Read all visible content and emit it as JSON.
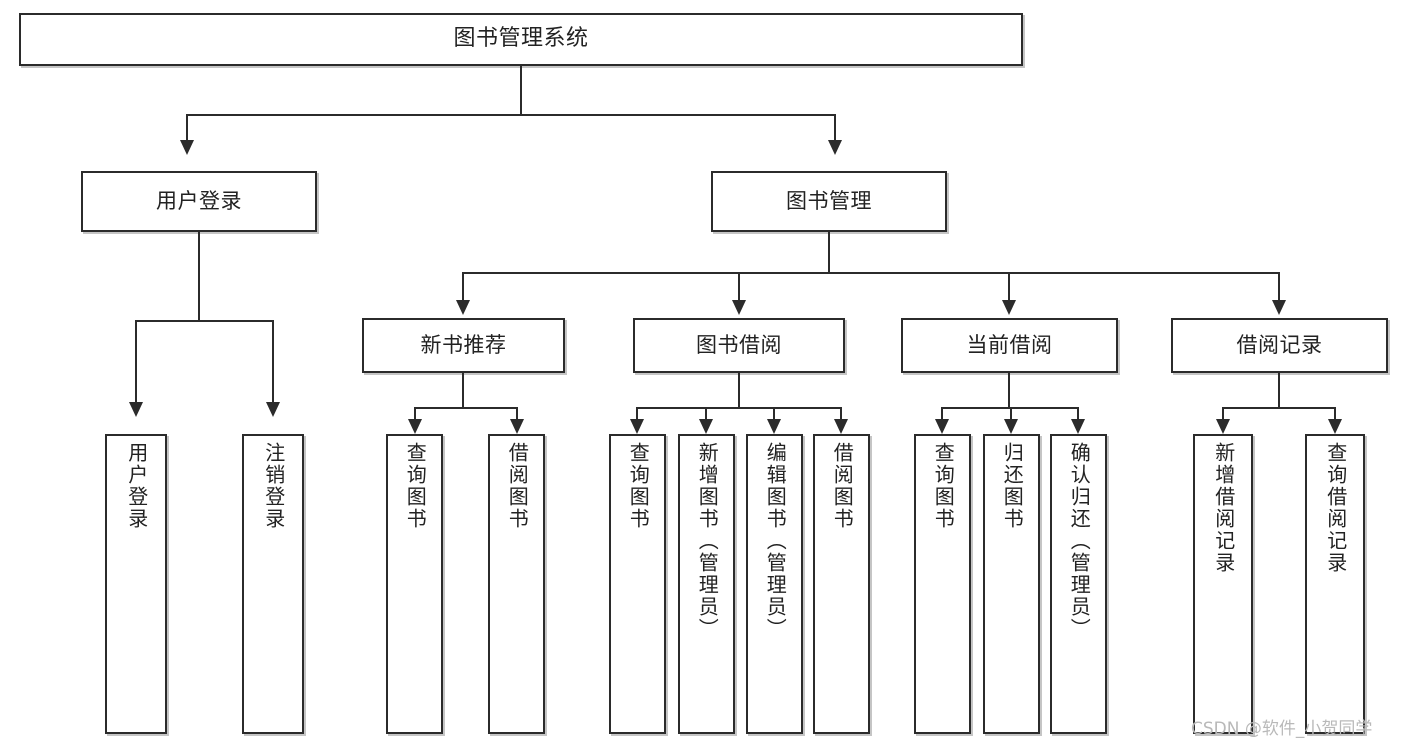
{
  "diagram": {
    "type": "tree-hierarchy",
    "title": "图书管理系统",
    "watermark": "CSDN @软件_小贺同学",
    "colors": {
      "stroke": "#2b2b2b",
      "fill": "#ffffff",
      "text": "#222222",
      "watermark": "#b9b9b9",
      "shadow": "#969696"
    },
    "root": {
      "label": "图书管理系统"
    },
    "level2": [
      {
        "label": "用户登录"
      },
      {
        "label": "图书管理"
      }
    ],
    "level3": [
      {
        "label": "新书推荐"
      },
      {
        "label": "图书借阅"
      },
      {
        "label": "当前借阅"
      },
      {
        "label": "借阅记录"
      }
    ],
    "leaves": {
      "user_login": [
        {
          "label": "用户登录"
        },
        {
          "label": "注销登录"
        }
      ],
      "new_book_recommend": [
        {
          "label": "查询图书"
        },
        {
          "label": "借阅图书"
        }
      ],
      "book_borrow": [
        {
          "label": "查询图书"
        },
        {
          "label": "新增图书（管理员）"
        },
        {
          "label": "编辑图书（管理员）"
        },
        {
          "label": "借阅图书"
        }
      ],
      "current_borrow": [
        {
          "label": "查询图书"
        },
        {
          "label": "归还图书"
        },
        {
          "label": "确认归还（管理员）"
        }
      ],
      "borrow_record": [
        {
          "label": "新增借阅记录"
        },
        {
          "label": "查询借阅记录"
        }
      ]
    }
  }
}
